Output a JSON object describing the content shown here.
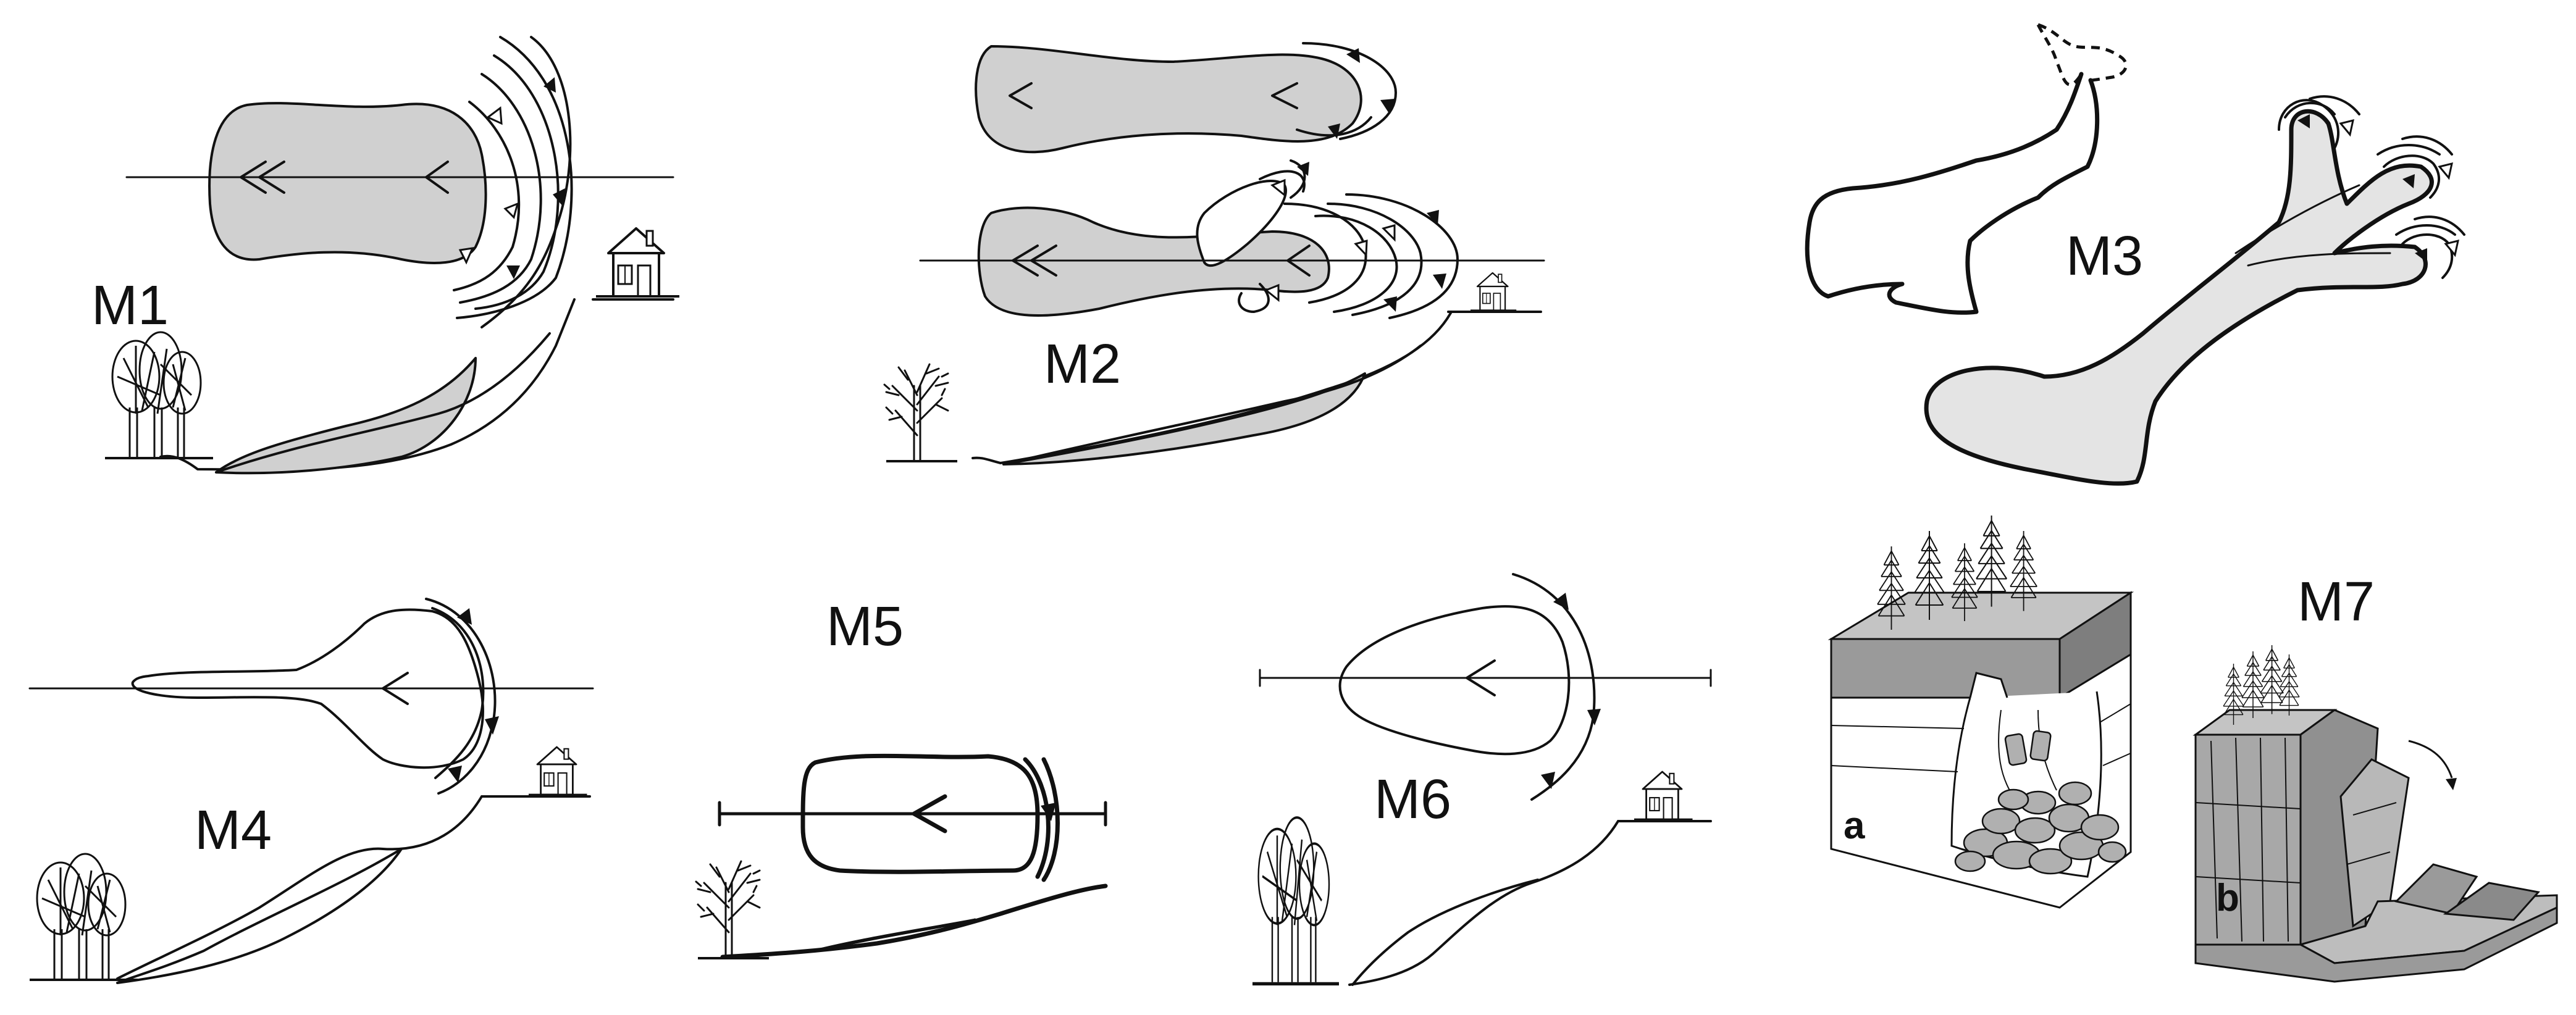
{
  "figure": {
    "panels": [
      {
        "id": "m1",
        "label": "M1"
      },
      {
        "id": "m2",
        "label": "M2"
      },
      {
        "id": "m3",
        "label": "M3"
      },
      {
        "id": "m4",
        "label": "M4"
      },
      {
        "id": "m5",
        "label": "M5"
      },
      {
        "id": "m6",
        "label": "M6"
      },
      {
        "id": "m7",
        "label": "M7",
        "sub_labels": [
          "a",
          "b"
        ]
      }
    ]
  },
  "colors": {
    "ink": "#111111",
    "fill_gray": "#d0d0d0",
    "fill_light_gray": "#e4e4e4",
    "block_dark": "#9a9a9a",
    "block_light": "#c8c8c8",
    "background": "#ffffff"
  },
  "icons": [
    "house-icon",
    "tree-icon",
    "conifer-tree-icon",
    "direction-arrow-icon",
    "scarp-triangle-icon"
  ]
}
